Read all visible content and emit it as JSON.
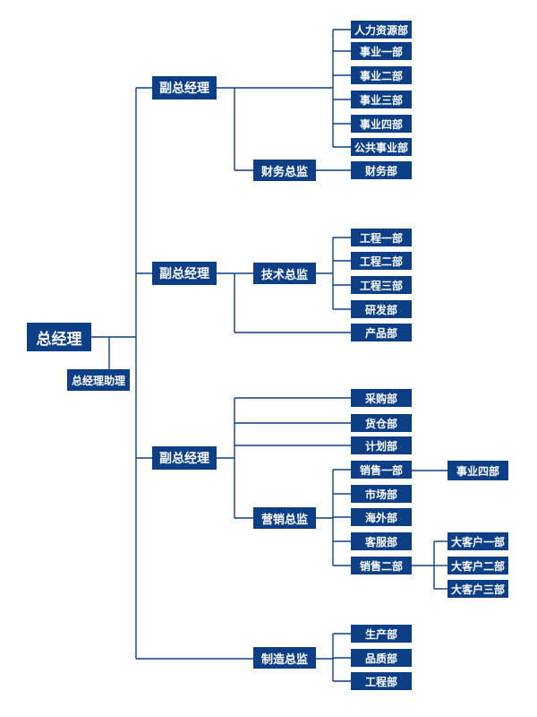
{
  "root": {
    "label": "总经理",
    "assistant": "总经理助理"
  },
  "branch1": {
    "head": "副总经理",
    "departments": [
      "人力资源部",
      "事业一部",
      "事业二部",
      "事业三部",
      "事业四部",
      "公共事业部"
    ],
    "finance": {
      "head": "财务总监",
      "departments": [
        "财务部"
      ]
    }
  },
  "branch2": {
    "head": "副总经理",
    "tech": {
      "head": "技术总监",
      "departments": [
        "工程一部",
        "工程二部",
        "工程三部",
        "研发部"
      ]
    },
    "direct": [
      "产品部"
    ]
  },
  "branch3": {
    "head": "副总经理",
    "departments": [
      "采购部",
      "货仓部",
      "计划部"
    ],
    "marketing": {
      "head": "营销总监",
      "departments": [
        "销售一部",
        "市场部",
        "海外部",
        "客服部",
        "销售二部"
      ],
      "sales1_sub": [
        "事业四部"
      ],
      "sales2_sub": [
        "大客户一部",
        "大客户二部",
        "大客户三部"
      ]
    }
  },
  "manufacturing": {
    "head": "制造总监",
    "departments": [
      "生产部",
      "品质部",
      "工程部"
    ]
  }
}
